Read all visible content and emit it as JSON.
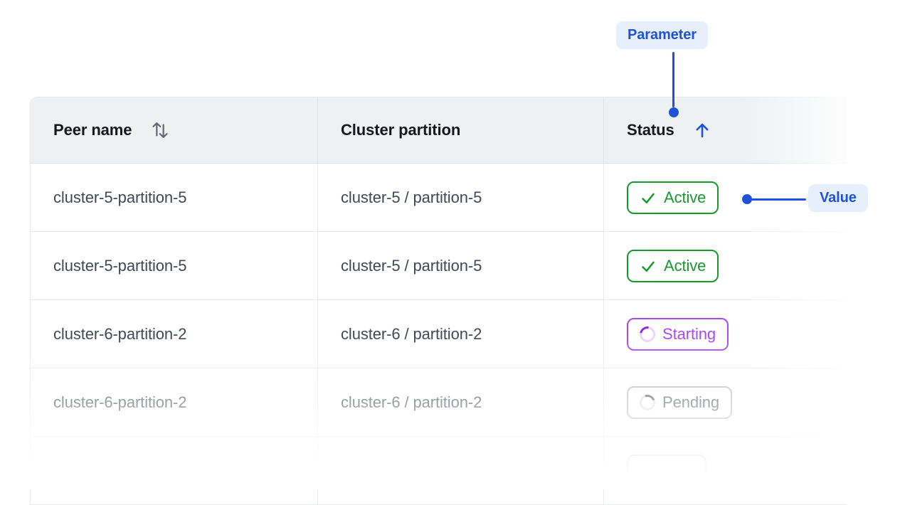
{
  "annotations": {
    "parameter_label": "Parameter",
    "value_label": "Value"
  },
  "colors": {
    "accent_blue": "#1e53d9",
    "annotation_pill_bg": "#e8effc",
    "header_bg": "#eef0f2",
    "row_text": "#424752",
    "divider": "#e8e9eb"
  },
  "table": {
    "header": {
      "columns": [
        {
          "id": "peer-name",
          "label": "Peer name",
          "sort": "both"
        },
        {
          "id": "cluster-partition",
          "label": "Cluster partition",
          "sort": "none"
        },
        {
          "id": "status",
          "label": "Status",
          "sort": "asc"
        }
      ]
    },
    "status_styles": {
      "active": {
        "text": "#189a2b",
        "border": "#189a2b"
      },
      "starting": {
        "text": "#a84af3",
        "border": "#a84af3",
        "ring": "#ead5fb",
        "arc": "#8e2ae8"
      },
      "pending": {
        "text": "#565c66",
        "border": "#b6b9bf",
        "ring": "#e2e3e6",
        "arc": "#565c66"
      }
    },
    "rows": [
      {
        "peer_name": "cluster-5-partition-5",
        "cluster_partition": "cluster-5 / partition-5",
        "status": "Active",
        "status_kind": "active"
      },
      {
        "peer_name": "cluster-5-partition-5",
        "cluster_partition": "cluster-5 / partition-5",
        "status": "Active",
        "status_kind": "active"
      },
      {
        "peer_name": "cluster-6-partition-2",
        "cluster_partition": "cluster-6 / partition-2",
        "status": "Starting",
        "status_kind": "starting"
      },
      {
        "peer_name": "cluster-6-partition-2",
        "cluster_partition": "cluster-6 / partition-2",
        "status": "Pending",
        "status_kind": "pending"
      },
      {
        "peer_name": "",
        "cluster_partition": "",
        "status": "",
        "status_kind": "pending",
        "partial": true
      }
    ]
  }
}
